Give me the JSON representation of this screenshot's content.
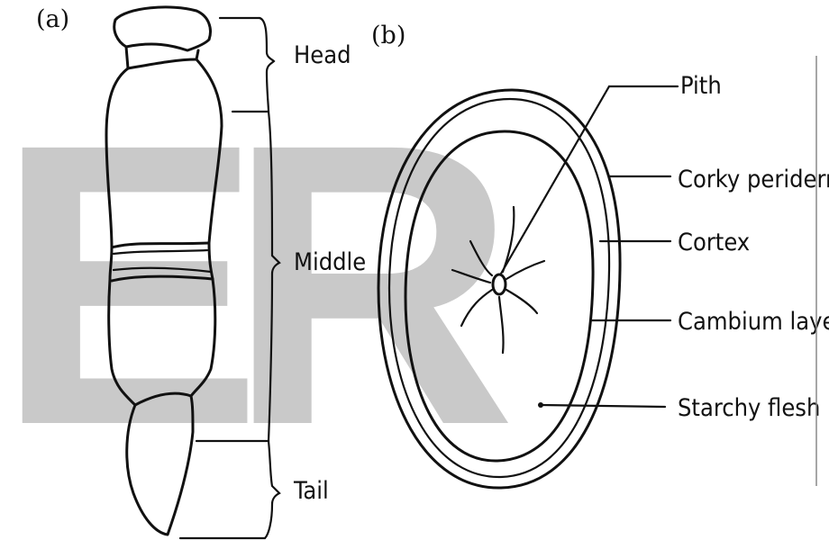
{
  "panel_a": {
    "letter": "(a)",
    "labels": {
      "head": "Head",
      "middle": "Middle",
      "tail": "Tail"
    }
  },
  "panel_b": {
    "letter": "(b)",
    "labels": {
      "pith": "Pith",
      "corky_periderm": "Corky periderm",
      "cortex": "Cortex",
      "cambium_layer": "Cambium layer",
      "starchy_flesh": "Starchy flesh"
    }
  },
  "watermark": {
    "text": "ER",
    "color": "#c9c9c9"
  }
}
